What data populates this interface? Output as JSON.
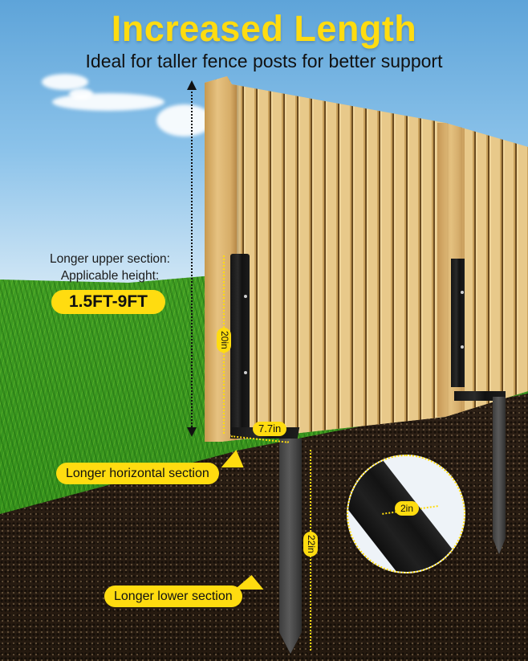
{
  "header": {
    "title": "Increased Length",
    "subtitle": "Ideal for taller fence posts for better support"
  },
  "upper_info": {
    "line1": "Longer upper section:",
    "line2": "Applicable height:",
    "height_range": "1.5FT-9FT"
  },
  "dimensions": {
    "upper_length": "20in",
    "horizontal_length": "7.7in",
    "lower_length": "22in",
    "width": "2in"
  },
  "callouts": {
    "horizontal": "Longer horizontal section",
    "lower": "Longer lower section"
  },
  "colors": {
    "accent_yellow": "#ffdc10",
    "text_dark": "#111111",
    "sky": "#8cc3ea",
    "grass": "#3d9a22",
    "soil": "#2d2016",
    "wood": "#e2bf7d",
    "steel": "#1d1d1d"
  }
}
